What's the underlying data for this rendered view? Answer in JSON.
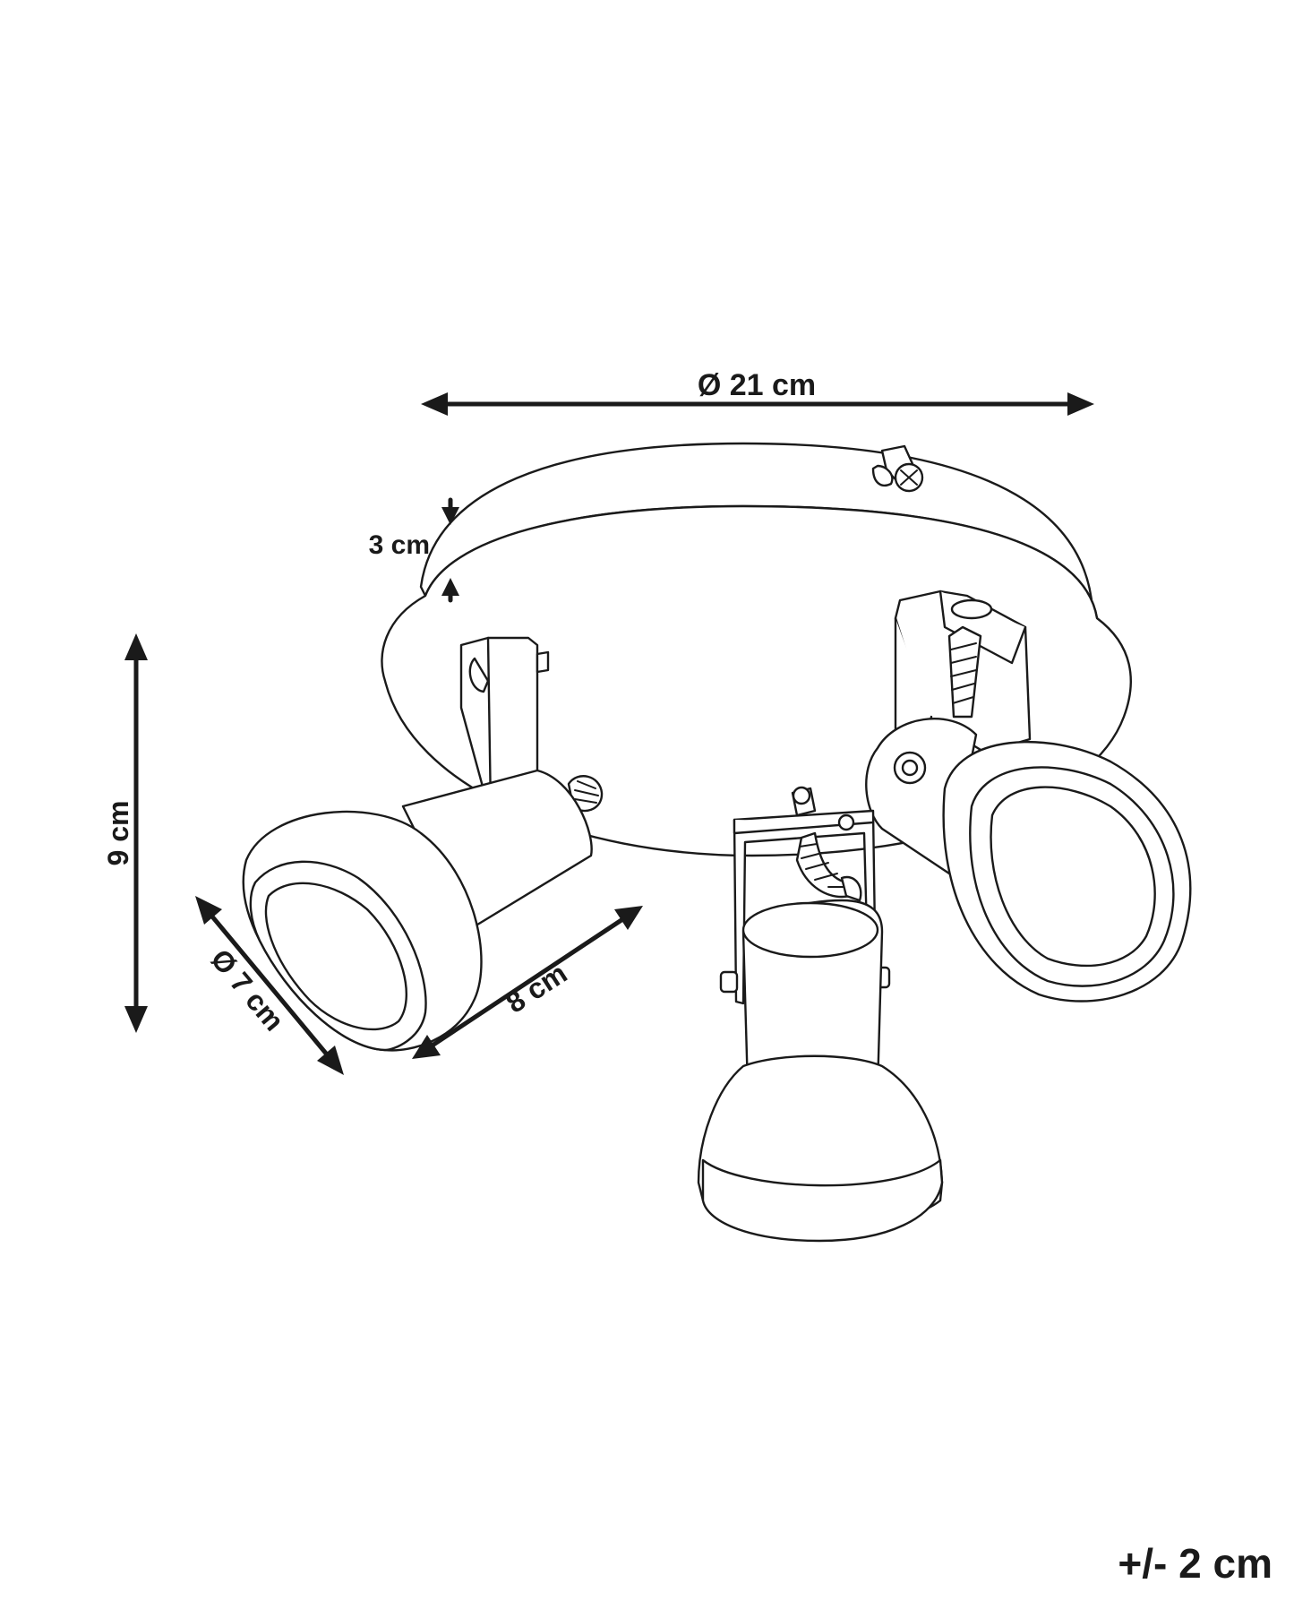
{
  "dimensions": {
    "diameter_base": "Ø  21 cm",
    "base_height": "3 cm",
    "total_height": "9 cm",
    "shade_diameter": "Ø 7 cm",
    "shade_length": "8 cm"
  },
  "tolerance": "+/- 2 cm",
  "colors": {
    "line": "#1a1a1a",
    "background": "#ffffff"
  }
}
